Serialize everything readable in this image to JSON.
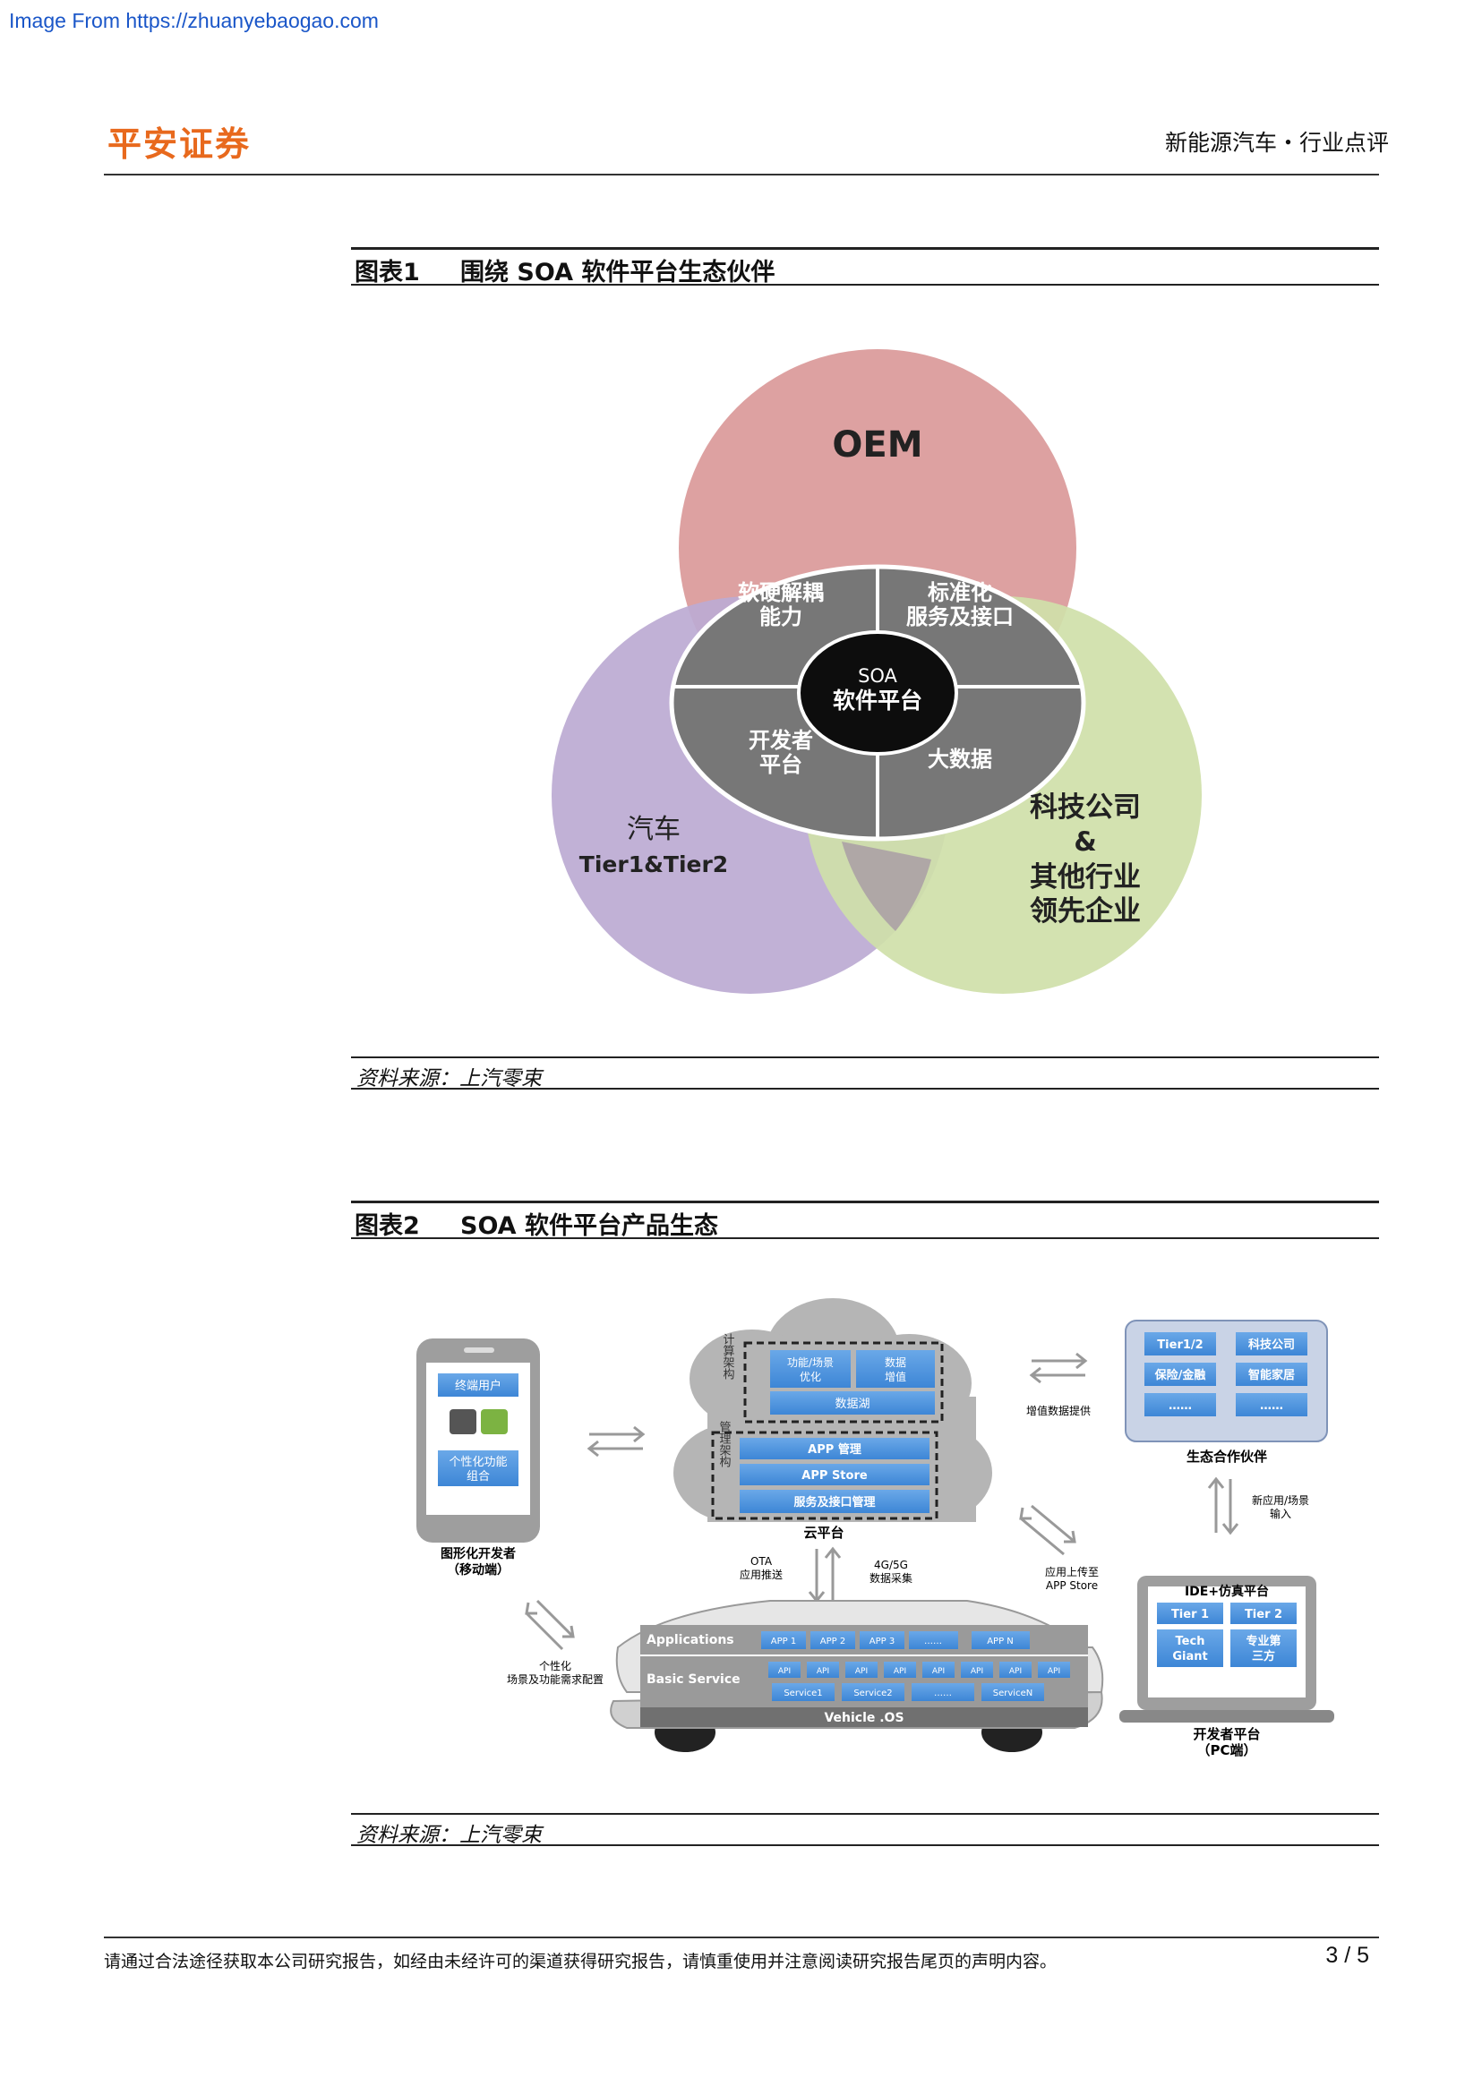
{
  "watermark": "Image From https://zhuanyebaogao.com",
  "header": {
    "brand": "平安证券",
    "category": "新能源汽车・行业点评"
  },
  "figure1": {
    "label": "图表1",
    "title": "围绕 SOA 软件平台生态伙伴",
    "oem": "OEM",
    "quad_top_left": [
      "软硬解耦",
      "能力"
    ],
    "quad_top_right": [
      "标准化",
      "服务及接口"
    ],
    "quad_bottom_left": [
      "开发者",
      "平台"
    ],
    "quad_bottom_right": "大数据",
    "center": [
      "SOA",
      "软件平台"
    ],
    "left_circle": [
      "汽车",
      "Tier1&Tier2"
    ],
    "right_circle": [
      "科技公司",
      "&",
      "其他行业",
      "领先企业"
    ],
    "source": "资料来源：上汽零束"
  },
  "figure2": {
    "label": "图表2",
    "title": "SOA 软件平台产品生态",
    "phone": {
      "user": "终端用户",
      "combo": [
        "个性化功能",
        "组合"
      ],
      "caption": [
        "图形化开发者",
        "（移动端）"
      ]
    },
    "cloud": {
      "compute_arch": "计算架构",
      "func": [
        "功能/场景",
        "优化"
      ],
      "value": [
        "数据",
        "增值"
      ],
      "lake": "数据湖",
      "mgmt_arch": "管理架构",
      "app_mgmt": "APP 管理",
      "app_store": "APP Store",
      "svc_mgmt": "服务及接口管理",
      "caption": "云平台"
    },
    "partners": {
      "items": [
        "Tier1/2",
        "科技公司",
        "保险/金融",
        "智能家居",
        "……",
        "……"
      ],
      "caption": "生态合作伙伴"
    },
    "labels": {
      "value_data": "增值数据提供",
      "new_app": [
        "新应用/场景",
        "输入"
      ],
      "upload": [
        "应用上传至",
        "APP Store"
      ],
      "ota": [
        "OTA",
        "应用推送"
      ],
      "g45": [
        "4G/5G",
        "数据采集"
      ],
      "personal": [
        "个性化",
        "场景及功能需求配置"
      ]
    },
    "car": {
      "applications": "Applications",
      "apps": [
        "APP 1",
        "APP 2",
        "APP 3",
        "……",
        "APP N"
      ],
      "basic": "Basic Service",
      "api": "API",
      "services": [
        "Service1",
        "Service2",
        "……",
        "ServiceN"
      ],
      "os": "Vehicle .OS"
    },
    "laptop": {
      "title": "IDE+仿真平台",
      "items": [
        "Tier 1",
        "Tier 2",
        [
          "Tech",
          "Giant"
        ],
        [
          "专业第",
          "三方"
        ]
      ],
      "caption": [
        "开发者平台",
        "（PC端）"
      ]
    },
    "source": "资料来源：上汽零束"
  },
  "footer": {
    "disclaimer": "请通过合法途径获取本公司研究报告，如经由未经许可的渠道获得研究报告，请慎重使用并注意阅读研究报告尾页的声明内容。",
    "page": "3 / 5"
  }
}
